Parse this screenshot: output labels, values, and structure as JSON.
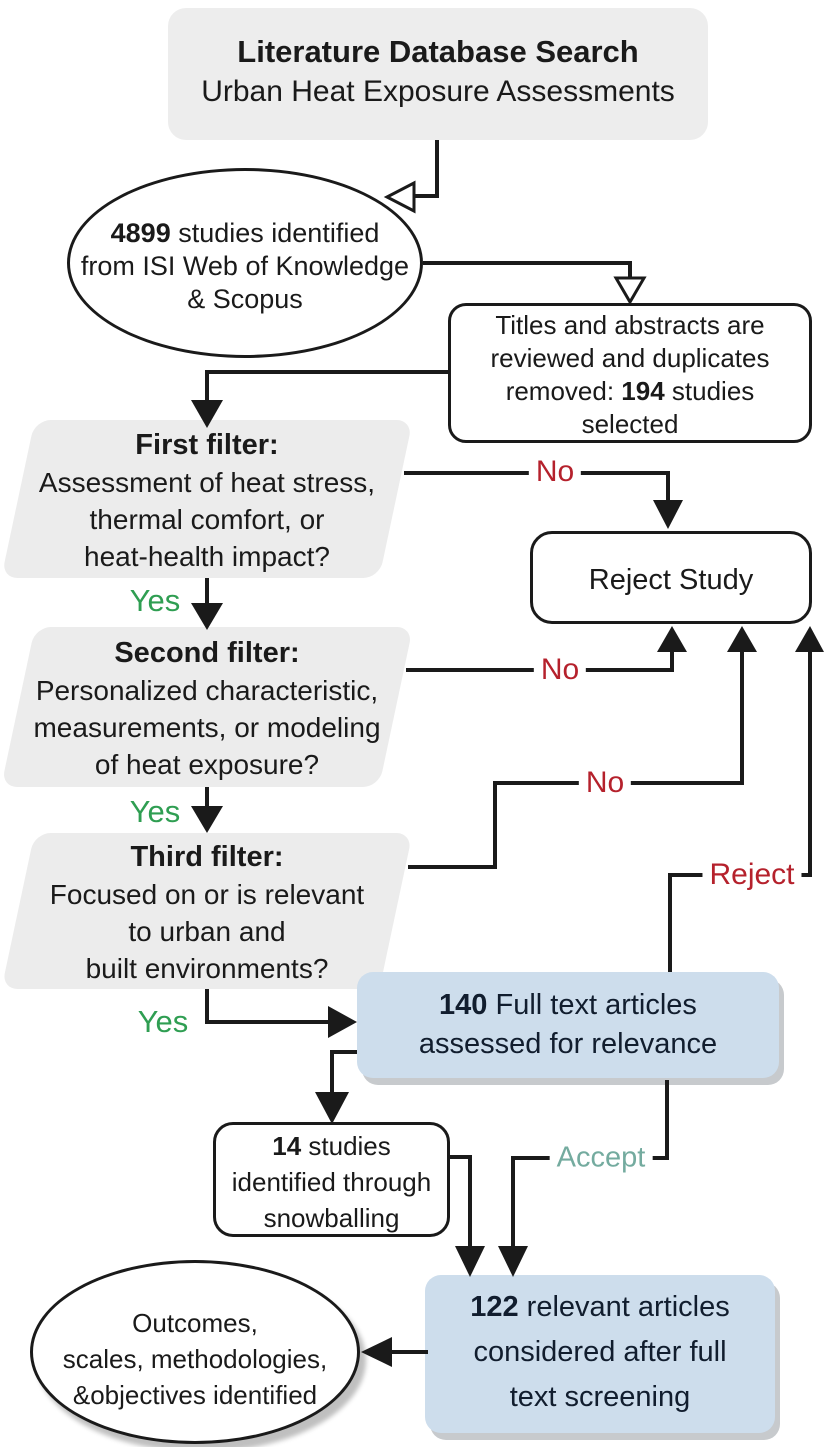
{
  "diagram_title": "Literature Database Search flow diagram",
  "colors": {
    "box_gray": "#ececec",
    "box_blue": "#cdddec",
    "box_white": "#ffffff",
    "line_black": "#1a1a1a",
    "yes_green": "#2f9e52",
    "no_red": "#b5212c",
    "accept_teal": "#74ab9f"
  },
  "nodes": {
    "header": {
      "line1": "Literature Database Search",
      "line2": "Urban Heat Exposure Assessments"
    },
    "identified": {
      "count": "4899",
      "line1_rest": " studies identified",
      "line2": "from ISI Web of Knowledge",
      "line3": "& Scopus"
    },
    "screened": {
      "line1": "Titles and abstracts are",
      "line2": "reviewed and duplicates",
      "line3_pre": "removed: ",
      "count": "194",
      "line3_post": " studies",
      "line4": "selected"
    },
    "filter1": {
      "title": "First filter:",
      "line1": "Assessment of heat stress,",
      "line2": "thermal comfort, or",
      "line3": "heat-health impact?"
    },
    "filter2": {
      "title": "Second filter:",
      "line1": "Personalized characteristic,",
      "line2": "measurements, or modeling",
      "line3": "of heat exposure?"
    },
    "filter3": {
      "title": "Third filter:",
      "line1": "Focused on or is relevant",
      "line2": "to urban and",
      "line3": "built environments?"
    },
    "reject_study": {
      "label": "Reject Study"
    },
    "fulltext": {
      "count": "140",
      "line1_rest": " Full text articles",
      "line2": "assessed for relevance"
    },
    "snowball": {
      "count": "14",
      "line1_rest": " studies",
      "line2": "identified through",
      "line3": "snowballing"
    },
    "relevant": {
      "count": "122",
      "line1_rest": " relevant articles",
      "line2": "considered after full",
      "line3": "text screening"
    },
    "outcomes": {
      "line1": "Outcomes,",
      "line2": "scales, methodologies,",
      "line3": "&objectives identified"
    }
  },
  "edge_labels": {
    "yes1": "Yes",
    "yes2": "Yes",
    "yes3": "Yes",
    "no1": "No",
    "no2": "No",
    "no3": "No",
    "reject": "Reject",
    "accept": "Accept"
  }
}
